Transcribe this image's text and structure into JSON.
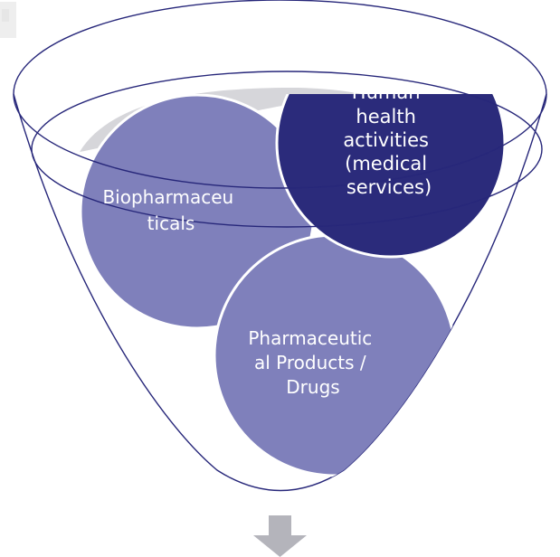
{
  "diagram": {
    "type": "funnel",
    "items": [
      {
        "id": "biopharmaceuticals",
        "lines": [
          "Biopharmaceu",
          "ticals"
        ],
        "color": "#7f80bb"
      },
      {
        "id": "human-health",
        "lines": [
          "Human",
          "health",
          "activities",
          "(medical",
          "services)"
        ],
        "color": "#2b2b7b"
      },
      {
        "id": "pharmaceutical-products",
        "lines": [
          "Pharmaceutic",
          "al Products /",
          "Drugs"
        ],
        "color": "#7f80bb"
      }
    ],
    "colors": {
      "funnel_outline": "#27277a",
      "light_circle": "#7f80bb",
      "dark_circle": "#2b2b7b",
      "funnel_shadow": "#d6d6da",
      "arrow": "#b4b4bb",
      "circle_border": "#ffffff"
    }
  }
}
